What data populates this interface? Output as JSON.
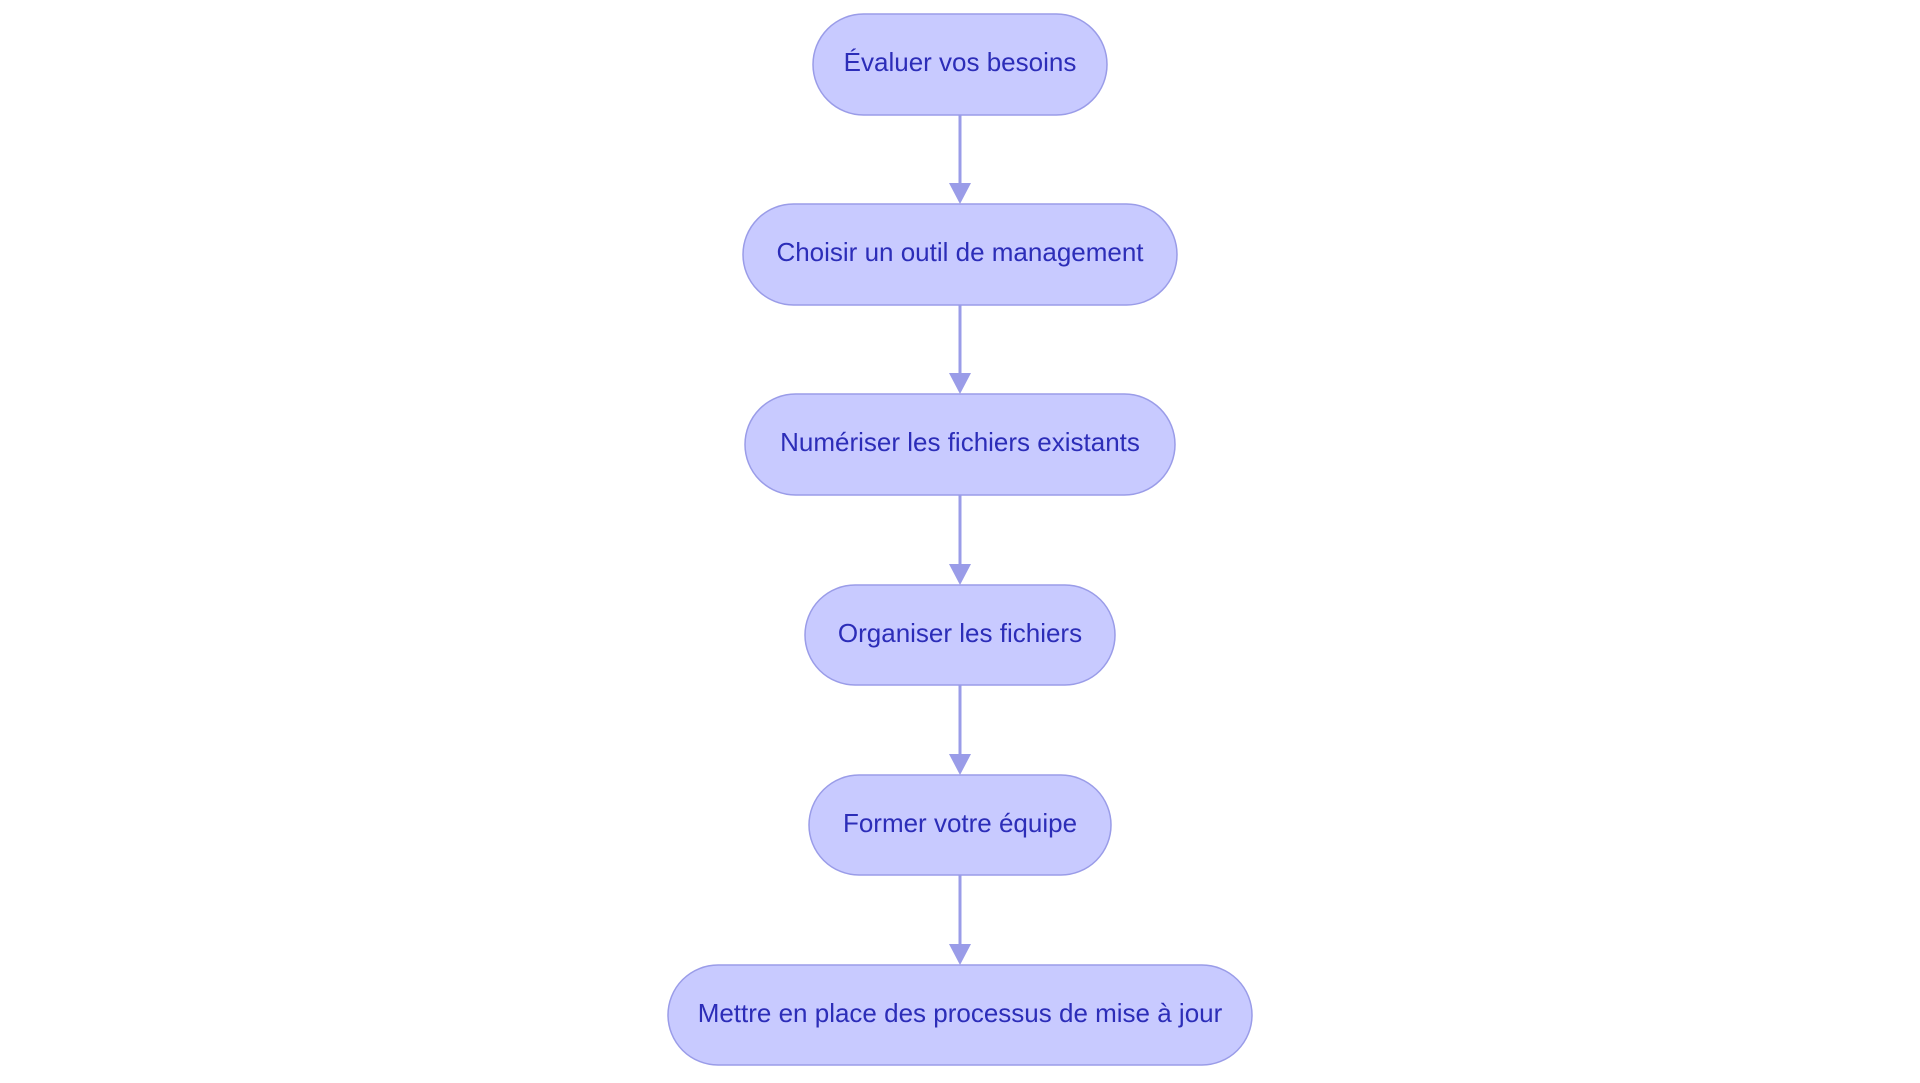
{
  "colors": {
    "node_fill": "#c8caff",
    "node_stroke": "#9a9ce8",
    "text": "#2c2db8",
    "edge": "#9a9ce8",
    "background": "#ffffff"
  },
  "nodes": [
    {
      "id": "n1",
      "label": "Évaluer vos besoins"
    },
    {
      "id": "n2",
      "label": "Choisir un outil de management"
    },
    {
      "id": "n3",
      "label": "Numériser les fichiers existants"
    },
    {
      "id": "n4",
      "label": "Organiser les fichiers"
    },
    {
      "id": "n5",
      "label": "Former votre équipe"
    },
    {
      "id": "n6",
      "label": "Mettre en place des processus de mise à jour"
    }
  ],
  "edges": [
    {
      "from": "n1",
      "to": "n2"
    },
    {
      "from": "n2",
      "to": "n3"
    },
    {
      "from": "n3",
      "to": "n4"
    },
    {
      "from": "n4",
      "to": "n5"
    },
    {
      "from": "n5",
      "to": "n6"
    }
  ]
}
